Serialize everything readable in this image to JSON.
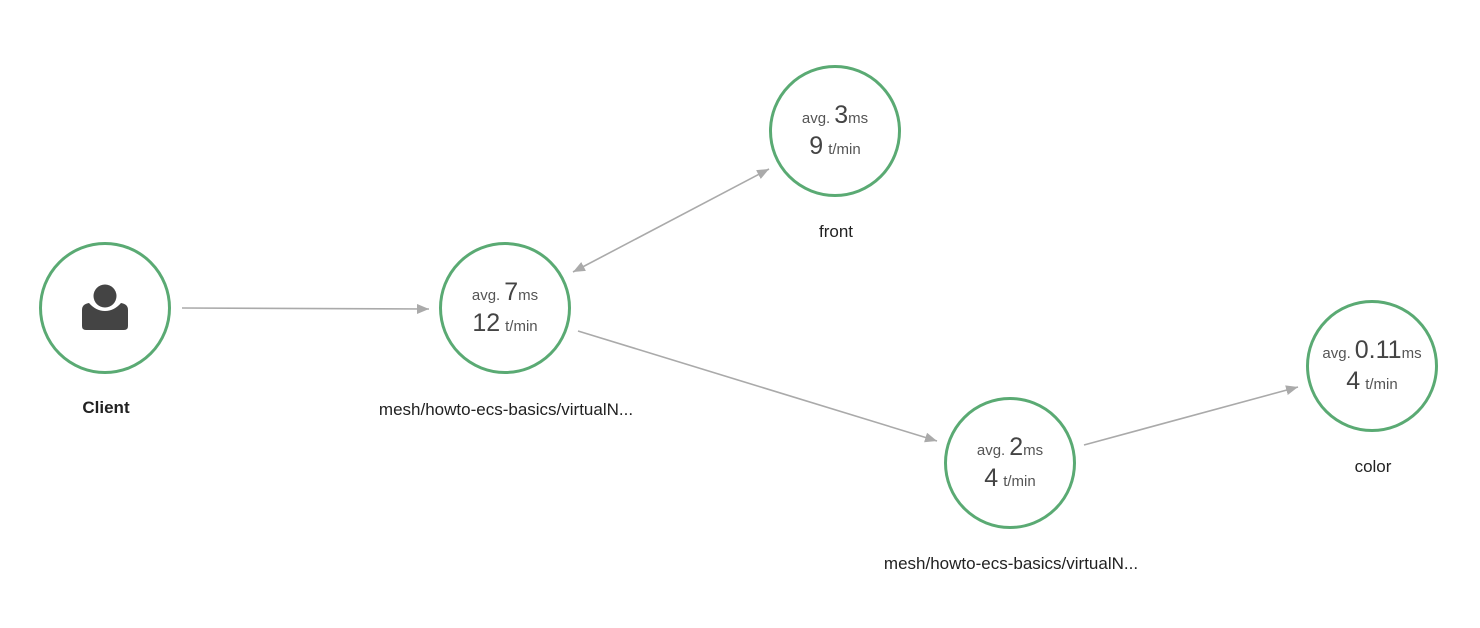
{
  "colors": {
    "node_border": "#5aaa73",
    "edge": "#aaaaaa",
    "icon": "#444444"
  },
  "nodes": {
    "client": {
      "label": "Client",
      "icon": "user-icon"
    },
    "mesh_a": {
      "label": "mesh/howto-ecs-basics/virtualN...",
      "avg_prefix": "avg.",
      "avg_value": "7",
      "avg_unit": "ms",
      "tpm_value": "12",
      "tpm_unit": "t/min"
    },
    "front": {
      "label": "front",
      "avg_prefix": "avg.",
      "avg_value": "3",
      "avg_unit": "ms",
      "tpm_value": "9",
      "tpm_unit": "t/min"
    },
    "mesh_b": {
      "label": "mesh/howto-ecs-basics/virtualN...",
      "avg_prefix": "avg.",
      "avg_value": "2",
      "avg_unit": "ms",
      "tpm_value": "4",
      "tpm_unit": "t/min"
    },
    "color": {
      "label": "color",
      "avg_prefix": "avg.",
      "avg_value": "0.11",
      "avg_unit": "ms",
      "tpm_value": "4",
      "tpm_unit": "t/min"
    }
  },
  "edges": [
    {
      "from": "client",
      "to": "mesh_a",
      "bidirectional": false
    },
    {
      "from": "mesh_a",
      "to": "front",
      "bidirectional": true
    },
    {
      "from": "mesh_a",
      "to": "mesh_b",
      "bidirectional": false
    },
    {
      "from": "mesh_b",
      "to": "color",
      "bidirectional": false
    }
  ]
}
